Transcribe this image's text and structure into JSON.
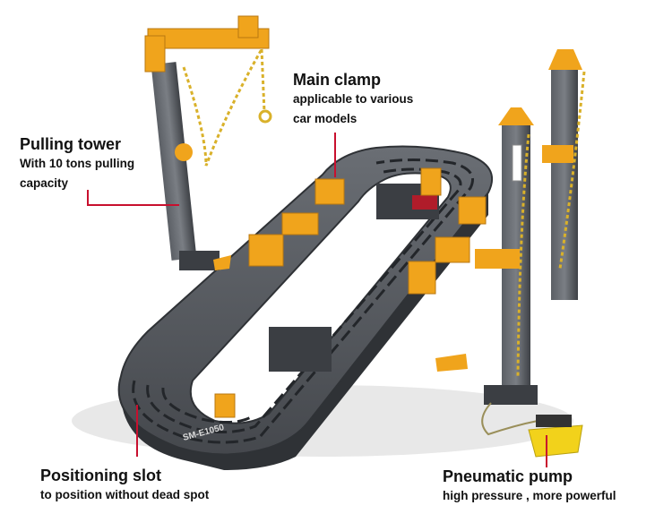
{
  "annotations": {
    "pulling_tower": {
      "title": "Pulling tower",
      "lines": [
        "With 10 tons pulling",
        "capacity"
      ]
    },
    "main_clamp": {
      "title": "Main clamp",
      "lines": [
        "applicable to various",
        "car models"
      ]
    },
    "positioning_slot": {
      "title": "Positioning slot",
      "lines": [
        "to position without dead spot"
      ]
    },
    "pneumatic_pump": {
      "title": "Pneumatic pump",
      "lines": [
        "high pressure , more powerful"
      ]
    }
  },
  "product": {
    "model_plate": "SM-E1050"
  },
  "colors": {
    "frame": "#4a4d52",
    "frame_dark": "#2f3236",
    "clamp": "#f0a41c",
    "chain": "#d9b12a",
    "leader": "#c8102e",
    "pump": "#f2d21b"
  }
}
